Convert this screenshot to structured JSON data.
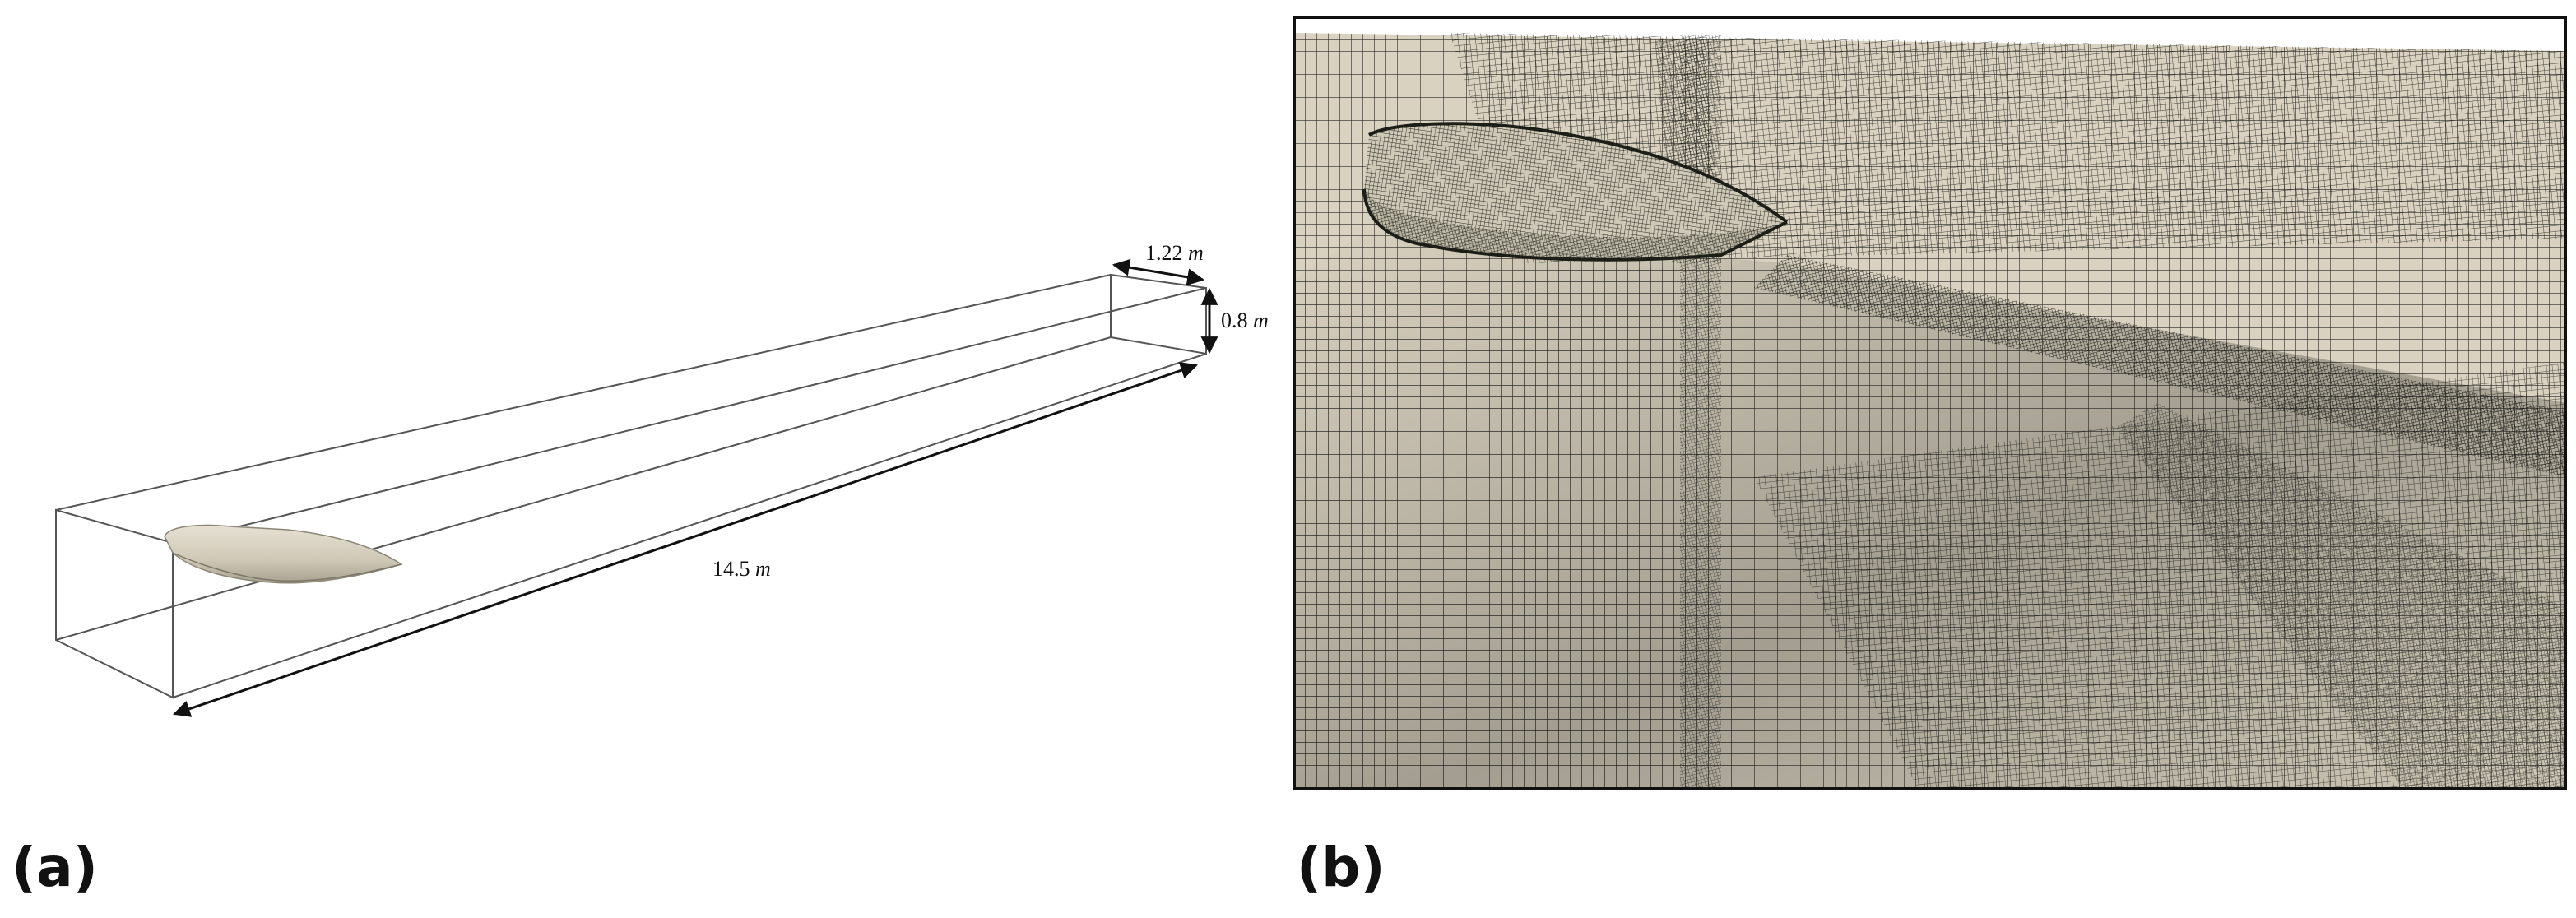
{
  "panel_a": {
    "label": "(a)",
    "dim_width": {
      "value": "1.22",
      "unit": "m"
    },
    "dim_height": {
      "value": "0.8",
      "unit": "m"
    },
    "dim_length": {
      "value": "14.5",
      "unit": "m"
    }
  },
  "panel_b": {
    "label": "(b)"
  },
  "colors": {
    "mesh_line": "#2a2a26",
    "mesh_background": "#d9d2c0",
    "wing_surface": "#cfc9b8",
    "box_line": "#555555"
  }
}
